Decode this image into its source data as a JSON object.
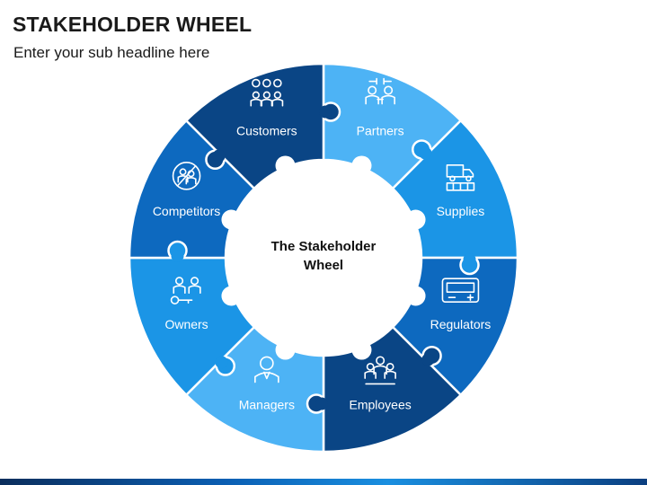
{
  "header": {
    "title": "STAKEHOLDER WHEEL",
    "subtitle": "Enter your sub headline here"
  },
  "wheel": {
    "center_lines": [
      "The Stakeholder",
      "Wheel"
    ],
    "segments": [
      {
        "label": "Partners",
        "icon": "handshake-people-icon",
        "color": "#4db3f5"
      },
      {
        "label": "Supplies",
        "icon": "delivery-truck-icon",
        "color": "#1b95e6"
      },
      {
        "label": "Regulators",
        "icon": "thermostat-panel-icon",
        "color": "#0d69bf"
      },
      {
        "label": "Employees",
        "icon": "employee-group-icon",
        "color": "#0a4585"
      },
      {
        "label": "Managers",
        "icon": "manager-icon",
        "color": "#4db3f5"
      },
      {
        "label": "Owners",
        "icon": "owners-key-icon",
        "color": "#1b95e6"
      },
      {
        "label": "Competitors",
        "icon": "no-competitors-icon",
        "color": "#0d69bf"
      },
      {
        "label": "Customers",
        "icon": "customer-feedback-icon",
        "color": "#0a4585"
      }
    ]
  }
}
